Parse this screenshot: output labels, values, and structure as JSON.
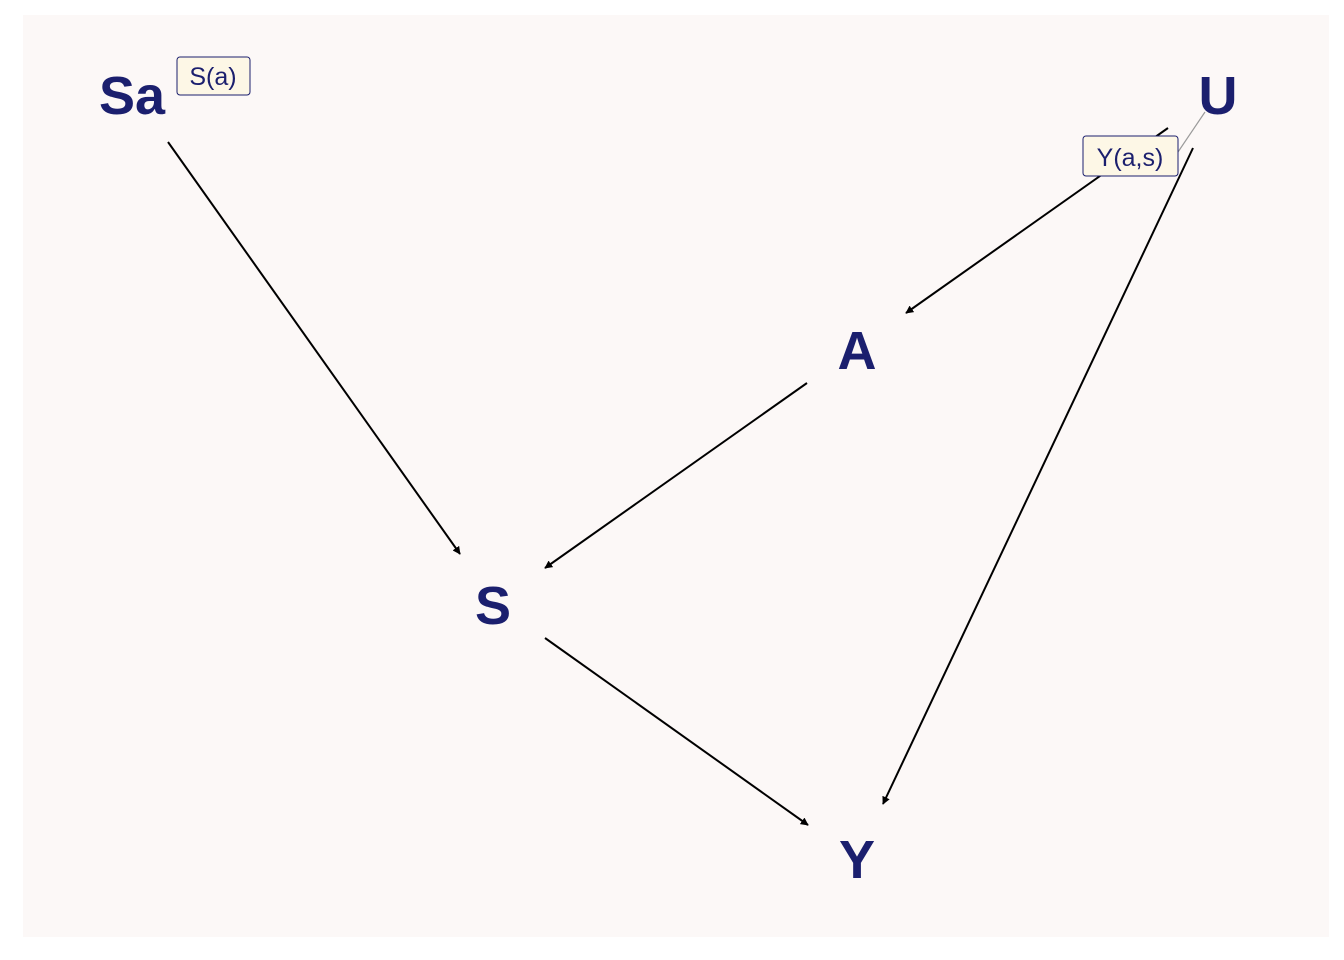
{
  "diagram": {
    "background_color": "#fcf8f7",
    "node_color": "#1b1f6e",
    "edge_color": "#000000",
    "annotation_fill": "#fdf7e6",
    "nodes": [
      {
        "id": "Sa",
        "label": "Sa"
      },
      {
        "id": "U",
        "label": "U"
      },
      {
        "id": "A",
        "label": "A"
      },
      {
        "id": "S",
        "label": "S"
      },
      {
        "id": "Y",
        "label": "Y"
      }
    ],
    "edges": [
      {
        "from": "Sa",
        "to": "S"
      },
      {
        "from": "U",
        "to": "A"
      },
      {
        "from": "U",
        "to": "Y"
      },
      {
        "from": "A",
        "to": "S"
      },
      {
        "from": "S",
        "to": "Y"
      }
    ],
    "annotations": [
      {
        "target": "Sa",
        "text": "S(a)"
      },
      {
        "target": "U",
        "text": "Y(a,s)"
      }
    ]
  }
}
